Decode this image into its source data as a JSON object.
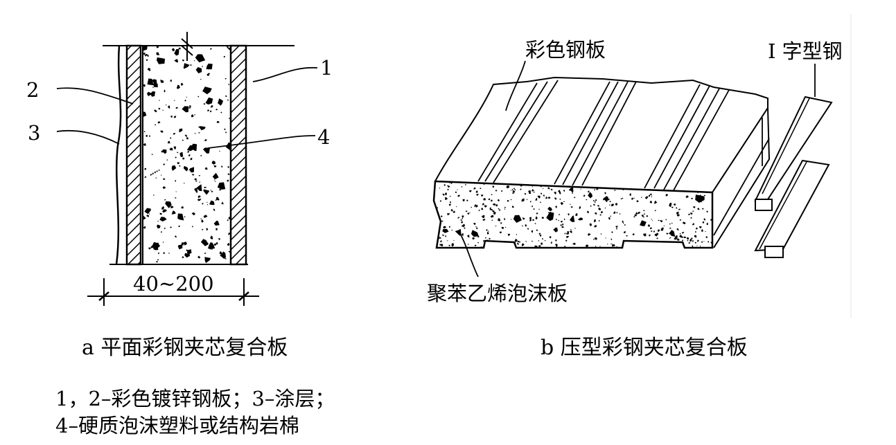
{
  "figure_a": {
    "callouts": {
      "n1": "1",
      "n2": "2",
      "n3": "3",
      "n4": "4"
    },
    "dimension": "40~200",
    "caption": "a 平面彩钢夹芯复合板"
  },
  "figure_b": {
    "label_top": "彩色钢板",
    "label_right": "I 字型钢",
    "label_bottom": "聚苯乙烯泡沫板",
    "caption": "b 压型彩钢夹芯复合板"
  },
  "legend": {
    "line1": "1，2–彩色镀锌钢板；3–涂层；",
    "line2": "4–硬质泡沫塑料或结构岩棉"
  },
  "colors": {
    "ink": "#000000",
    "paper": "#ffffff"
  }
}
